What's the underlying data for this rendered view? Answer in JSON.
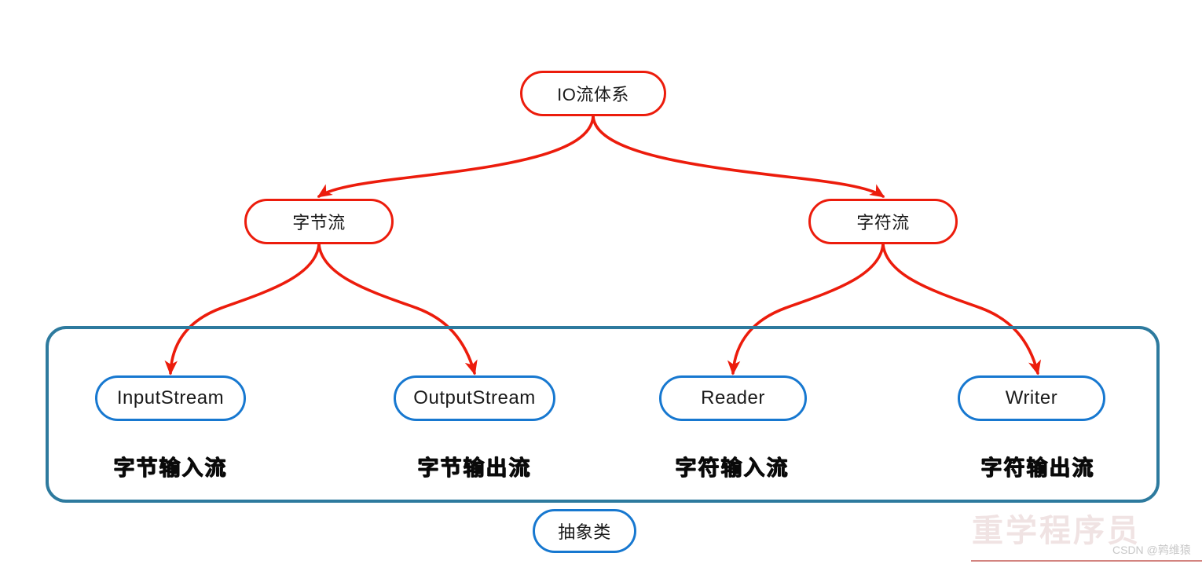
{
  "diagram": {
    "title": "IO流体系",
    "type": "tree-hierarchy",
    "colors": {
      "node_red": "#ec1c0c",
      "node_blue": "#1778d0",
      "container_border": "#2d7a9e",
      "edge": "#ec1c0c",
      "caption_text": "#0a0a0a",
      "background": "#ffffff"
    },
    "root": {
      "label": "IO流体系"
    },
    "level2": [
      {
        "label": "字节流"
      },
      {
        "label": "字符流"
      }
    ],
    "leaves": [
      {
        "label": "InputStream",
        "caption": "字节输入流",
        "parent": "字节流"
      },
      {
        "label": "OutputStream",
        "caption": "字节输出流",
        "parent": "字节流"
      },
      {
        "label": "Reader",
        "caption": "字符输入流",
        "parent": "字符流"
      },
      {
        "label": "Writer",
        "caption": "字符输出流",
        "parent": "字符流"
      }
    ],
    "container": {
      "legend_label": "抽象类"
    }
  },
  "watermark": {
    "csdn": "CSDN @鹑维猿",
    "background_text": "重学程序员"
  }
}
